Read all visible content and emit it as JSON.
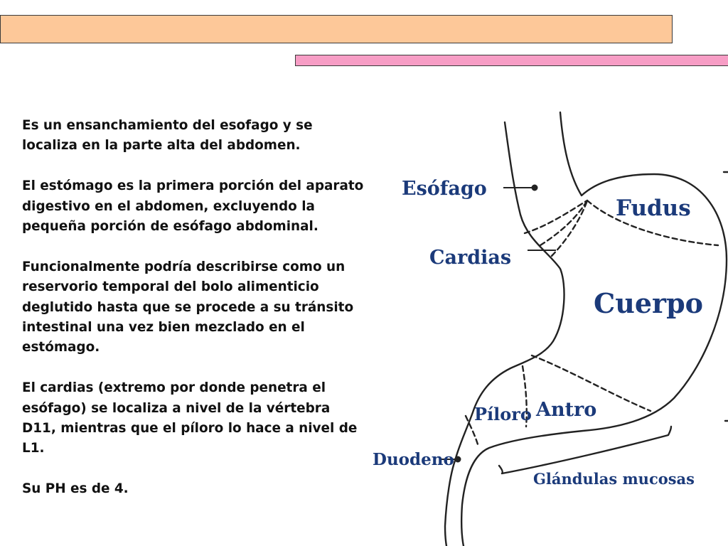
{
  "paragraphs": [
    "Es un ensanchamiento del esofago y se localiza en la parte alta del abdomen.",
    "El estómago es la primera porción del aparato digestivo en el abdomen, excluyendo la pequeña porción de esófago abdominal.",
    "Funcionalmente podría describirse como un reservorio temporal del bolo alimenticio deglutido hasta que se procede a su tránsito intestinal una vez bien mezclado en el estómago.",
    "El cardias (extremo por donde penetra el esófago) se localiza a nivel de la vértebra D11, mientras que el píloro lo hace a nivel de L1.",
    "Su PH es de 4."
  ],
  "diagram": {
    "labels": {
      "esofago": "Esófago",
      "fudus": "Fudus",
      "cardias": "Cardias",
      "cuerpo": "Cuerpo",
      "piloro": "Píloro",
      "antro": "Antro",
      "duodeno": "Duodeno",
      "glandulas": "Glándulas mucosas"
    },
    "label_color": "#1b3a7a"
  },
  "colors": {
    "top_bar": "#fdc899",
    "pink_bar": "#f79dc5"
  }
}
